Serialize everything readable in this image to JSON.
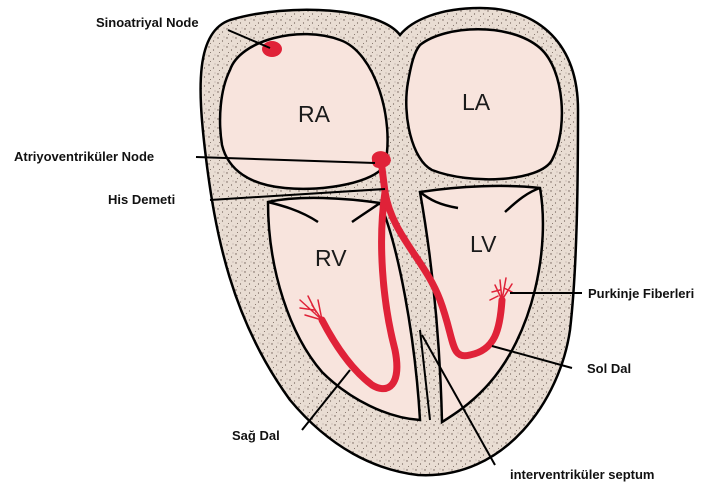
{
  "colors": {
    "tissue": "#e9ddd3",
    "chamber": "#f8e4dd",
    "conduction": "#e02238",
    "outline": "#000000"
  },
  "chambers": {
    "ra": "RA",
    "la": "LA",
    "rv": "RV",
    "lv": "LV"
  },
  "labels": {
    "sa_node": "Sinoatriyal Node",
    "av_node": "Atriyoventriküler Node",
    "his": "His Demeti",
    "purkinje": "Purkinje Fiberleri",
    "left_branch": "Sol Dal",
    "right_branch": "Sağ Dal",
    "septum": "interventriküler septum"
  }
}
